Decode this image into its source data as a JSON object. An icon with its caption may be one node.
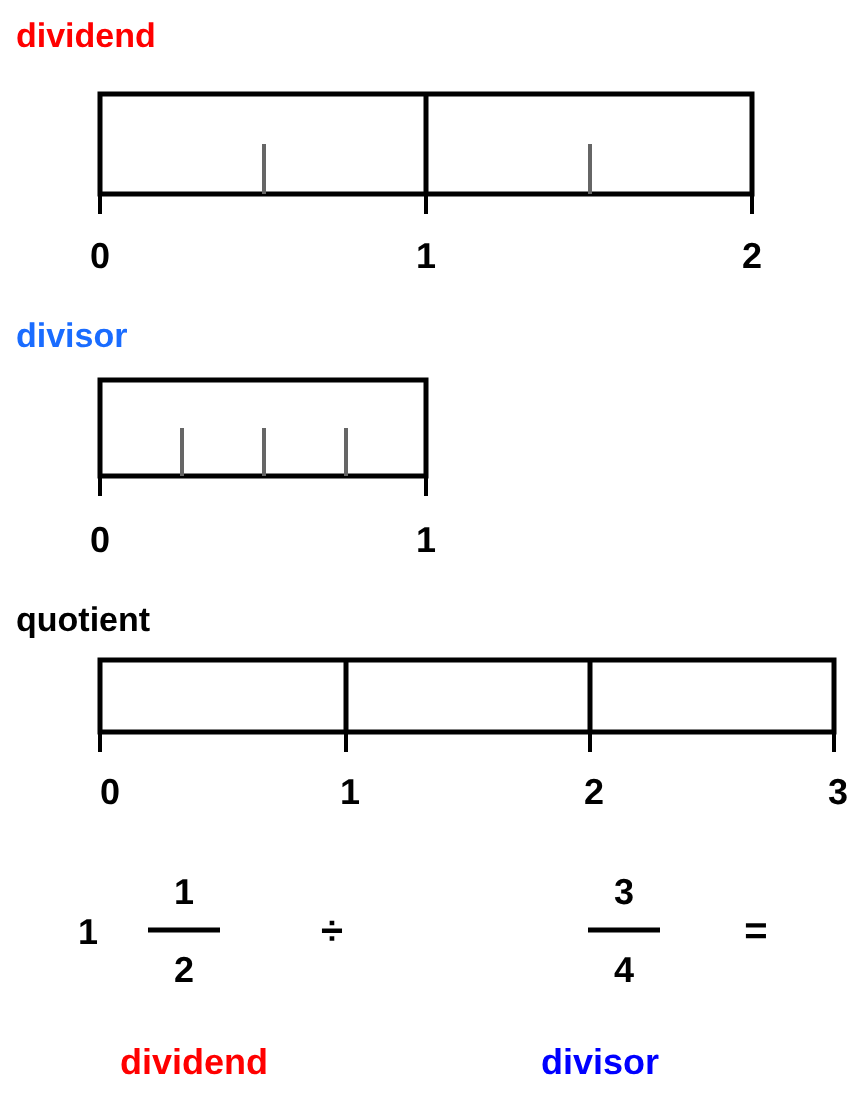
{
  "diagram": {
    "labels": [
      "dividend",
      "0",
      "1",
      "2",
      "divisor",
      "0",
      "1",
      "quotient",
      "0",
      "1",
      "2",
      "3",
      "1",
      "1",
      "2",
      "÷",
      "3",
      "4",
      "=",
      "dividend",
      "divisor"
    ]
  }
}
